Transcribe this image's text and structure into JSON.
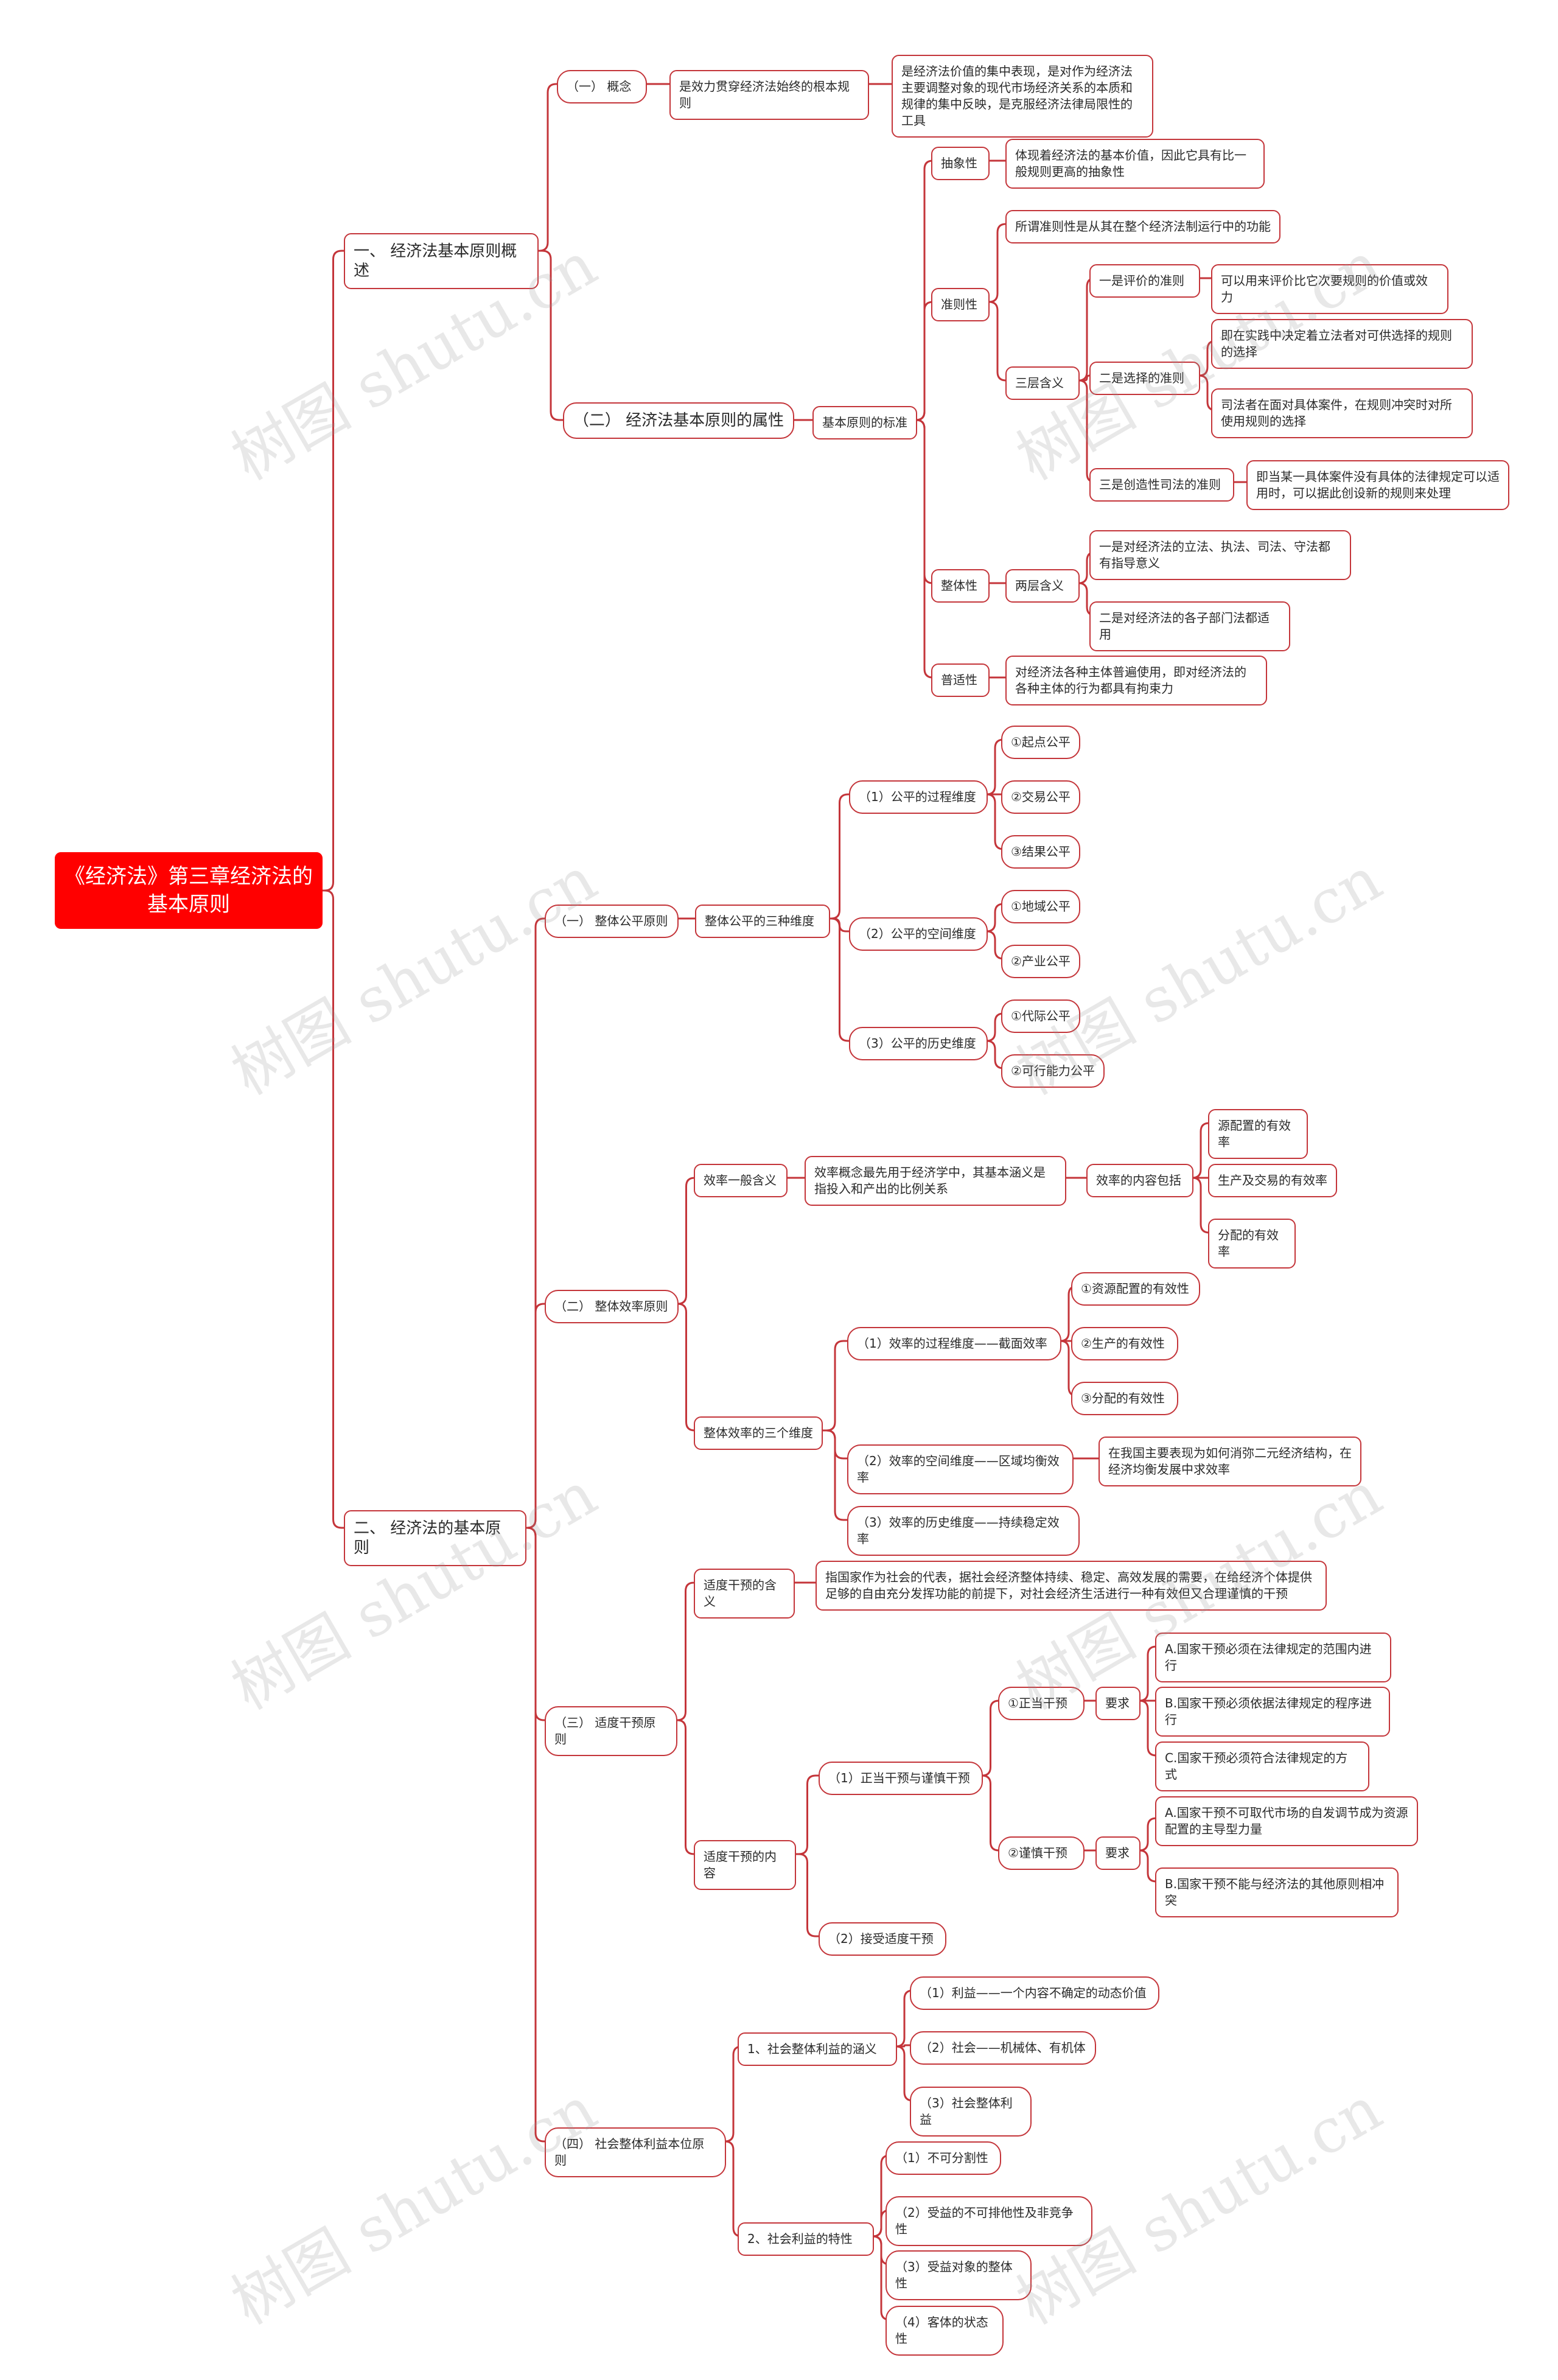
{
  "watermark": "树图 shutu.cn",
  "root": "《经济法》第三章经济法的基本原则",
  "nodes": {
    "s1": "一、 经济法基本原则概述",
    "s1_1": "（一） 概念",
    "s1_1_1": "是效力贯穿经济法始终的根本规则",
    "s1_1_1_1": "是经济法价值的集中表现，是对作为经济法主要调整对象的现代市场经济关系的本质和规律的集中反映，是克服经济法律局限性的工具",
    "s1_2": "（二） 经济法基本原则的属性",
    "s1_2_1": "基本原则的标准",
    "abs": "抽象性",
    "abs_1": "体现着经济法的基本价值，因此它具有比一般规则更高的抽象性",
    "crit": "准则性",
    "crit_1": "所谓准则性是从其在整个经济法制运行中的功能",
    "crit_2": "三层含义",
    "crit_2_1": "一是评价的准则",
    "crit_2_1_1": "可以用来评价比它次要规则的价值或效力",
    "crit_2_2": "二是选择的准则",
    "crit_2_2_1": "即在实践中决定着立法者对可供选择的规则的选择",
    "crit_2_2_2": "司法者在面对具体案件，在规则冲突时对所使用规则的选择",
    "crit_2_3": "三是创造性司法的准则",
    "crit_2_3_1": "即当某一具体案件没有具体的法律规定可以适用时，可以据此创设新的规则来处理",
    "whole": "整体性",
    "whole_1": "两层含义",
    "whole_1_1": "一是对经济法的立法、执法、司法、守法都有指导意义",
    "whole_1_2": "二是对经济法的各子部门法都适用",
    "univ": "普适性",
    "univ_1": "对经济法各种主体普遍使用，即对经济法的各种主体的行为都具有拘束力",
    "s2": "二、 经济法的基本原则",
    "p1": "（一） 整体公平原则",
    "p1_1": "整体公平的三种维度",
    "p1_1_1": "（1）公平的过程维度",
    "p1_1_1_1": "①起点公平",
    "p1_1_1_2": "②交易公平",
    "p1_1_1_3": "③结果公平",
    "p1_1_2": "（2）公平的空间维度",
    "p1_1_2_1": "①地域公平",
    "p1_1_2_2": "②产业公平",
    "p1_1_3": "（3）公平的历史维度",
    "p1_1_3_1": "①代际公平",
    "p1_1_3_2": "②可行能力公平",
    "p2": "（二） 整体效率原则",
    "p2_1": "效率一般含义",
    "p2_1_1": "效率概念最先用于经济学中，其基本涵义是指投入和产出的比例关系",
    "p2_1_1_1": "效率的内容包括",
    "p2_1_1_1_1": "源配置的有效率",
    "p2_1_1_1_2": "生产及交易的有效率",
    "p2_1_1_1_3": "分配的有效率",
    "p2_2": "整体效率的三个维度",
    "p2_2_1": "（1）效率的过程维度——截面效率",
    "p2_2_1_1": "①资源配置的有效性",
    "p2_2_1_2": "②生产的有效性",
    "p2_2_1_3": "③分配的有效性",
    "p2_2_2": "（2）效率的空间维度——区域均衡效率",
    "p2_2_2_1": "在我国主要表现为如何消弥二元经济结构，在经济均衡发展中求效率",
    "p2_2_3": "（3）效率的历史维度——持续稳定效率",
    "p3": "（三） 适度干预原则",
    "p3_1": "适度干预的含义",
    "p3_1_1": "指国家作为社会的代表，据社会经济整体持续、稳定、高效发展的需要，在给经济个体提供足够的自由充分发挥功能的前提下，对社会经济生活进行一种有效但又合理谨慎的干预",
    "p3_2": "适度干预的内容",
    "p3_2_1": "（1）正当干预与谨慎干预",
    "p3_2_1_1": "①正当干预",
    "p3_2_1_1_1": "要求",
    "p3_2_1_1_1_1": "A.国家干预必须在法律规定的范围内进行",
    "p3_2_1_1_1_2": "B.国家干预必须依据法律规定的程序进行",
    "p3_2_1_1_1_3": "C.国家干预必须符合法律规定的方式",
    "p3_2_1_2": "②谨慎干预",
    "p3_2_1_2_1": "要求",
    "p3_2_1_2_1_1": "A.国家干预不可取代市场的自发调节成为资源配置的主导型力量",
    "p3_2_1_2_1_2": "B.国家干预不能与经济法的其他原则相冲突",
    "p3_2_2": "（2）接受适度干预",
    "p4": "（四） 社会整体利益本位原则",
    "p4_1": "1、社会整体利益的涵义",
    "p4_1_1": "（1）利益——一个内容不确定的动态价值",
    "p4_1_2": "（2）社会——机械体、有机体",
    "p4_1_3": "（3）社会整体利益",
    "p4_2": "2、社会利益的特性",
    "p4_2_1": "（1）不可分割性",
    "p4_2_2": "（2）受益的不可排他性及非竞争性",
    "p4_2_3": "（3）受益对象的整体性",
    "p4_2_4": "（4）客体的状态性"
  }
}
